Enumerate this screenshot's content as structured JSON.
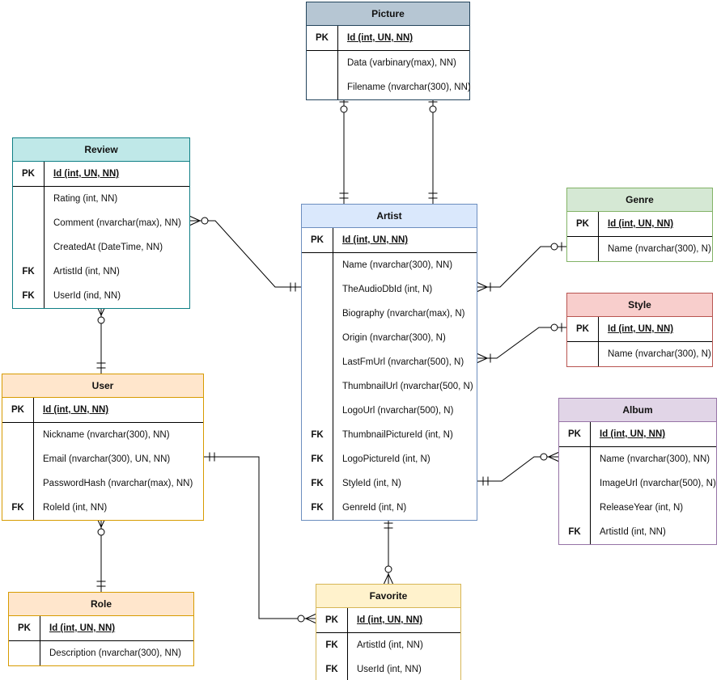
{
  "diagram": {
    "title": "Music database entity-relationship diagram",
    "tables": [
      {
        "name": "Picture",
        "header_color": "#b6c6d3",
        "border_color": "#23445c",
        "rows": [
          {
            "key": "PK",
            "text": "Id (int, UN, NN)",
            "pk": true
          },
          {
            "key": "",
            "text": "Data (varbinary(max), NN)"
          },
          {
            "key": "",
            "text": "Filename (nvarchar(300), NN)"
          }
        ]
      },
      {
        "name": "Review",
        "header_color": "#bfe8e8",
        "border_color": "#0f7f85",
        "rows": [
          {
            "key": "PK",
            "text": "Id (int, UN, NN)",
            "pk": true
          },
          {
            "key": "",
            "text": "Rating (int, NN)"
          },
          {
            "key": "",
            "text": "Comment (nvarchar(max), NN)"
          },
          {
            "key": "",
            "text": "CreatedAt (DateTime, NN)"
          },
          {
            "key": "FK",
            "text": "ArtistId (int, NN)"
          },
          {
            "key": "FK",
            "text": "UserId (ind, NN)"
          }
        ]
      },
      {
        "name": "Artist",
        "header_color": "#dae8fc",
        "border_color": "#6c8ebf",
        "rows": [
          {
            "key": "PK",
            "text": "Id (int, UN, NN)",
            "pk": true
          },
          {
            "key": "",
            "text": "Name (nvarchar(300), NN)"
          },
          {
            "key": "",
            "text": "TheAudioDbId (int, N)"
          },
          {
            "key": "",
            "text": "Biography (nvarchar(max), N)"
          },
          {
            "key": "",
            "text": "Origin (nvarchar(300), N)"
          },
          {
            "key": "",
            "text": "LastFmUrl (nvarchar(500), N)"
          },
          {
            "key": "",
            "text": "ThumbnailUrl (nvarchar(500, N)"
          },
          {
            "key": "",
            "text": "LogoUrl (nvarchar(500), N)"
          },
          {
            "key": "FK",
            "text": "ThumbnailPictureId (int, N)"
          },
          {
            "key": "FK",
            "text": "LogoPictureId (int, N)"
          },
          {
            "key": "FK",
            "text": "StyleId (int, N)"
          },
          {
            "key": "FK",
            "text": "GenreId (int, N)"
          }
        ]
      },
      {
        "name": "Genre",
        "header_color": "#d5e8d4",
        "border_color": "#82b366",
        "rows": [
          {
            "key": "PK",
            "text": "Id (int, UN, NN)",
            "pk": true
          },
          {
            "key": "",
            "text": "Name (nvarchar(300), N)"
          }
        ]
      },
      {
        "name": "Style",
        "header_color": "#f8cecc",
        "border_color": "#b85450",
        "rows": [
          {
            "key": "PK",
            "text": "Id (int, UN, NN)",
            "pk": true
          },
          {
            "key": "",
            "text": "Name (nvarchar(300), N)"
          }
        ]
      },
      {
        "name": "Album",
        "header_color": "#e1d5e7",
        "border_color": "#9673a6",
        "rows": [
          {
            "key": "PK",
            "text": "Id (int, UN, NN)",
            "pk": true
          },
          {
            "key": "",
            "text": "Name (nvarchar(300), NN)"
          },
          {
            "key": "",
            "text": "ImageUrl (nvarchar(500), N)"
          },
          {
            "key": "",
            "text": "ReleaseYear (int, N)"
          },
          {
            "key": "FK",
            "text": "ArtistId (int, NN)"
          }
        ]
      },
      {
        "name": "User",
        "header_color": "#ffe6cc",
        "border_color": "#d79b00",
        "rows": [
          {
            "key": "PK",
            "text": "Id (int, UN, NN)",
            "pk": true
          },
          {
            "key": "",
            "text": "Nickname (nvarchar(300), NN)"
          },
          {
            "key": "",
            "text": "Email (nvarchar(300), UN, NN)"
          },
          {
            "key": "",
            "text": "PasswordHash (nvarchar(max), NN)"
          },
          {
            "key": "FK",
            "text": "RoleId (int, NN)"
          }
        ]
      },
      {
        "name": "Role",
        "header_color": "#ffe6cc",
        "border_color": "#d79b00",
        "rows": [
          {
            "key": "PK",
            "text": "Id (int, UN, NN)",
            "pk": true
          },
          {
            "key": "",
            "text": "Description (nvarchar(300), NN)"
          }
        ]
      },
      {
        "name": "Favorite",
        "header_color": "#fff2cc",
        "border_color": "#d6b656",
        "rows": [
          {
            "key": "PK",
            "text": "Id (int, UN, NN)",
            "pk": true
          },
          {
            "key": "FK",
            "text": "ArtistId (int, NN)"
          },
          {
            "key": "FK",
            "text": "UserId (int, NN)"
          }
        ]
      }
    ],
    "relationships": [
      {
        "from": "Picture",
        "to": "Artist",
        "from_cardinality": "zero-or-one",
        "to_cardinality": "exactly-one"
      },
      {
        "from": "Picture",
        "to": "Artist",
        "from_cardinality": "zero-or-one",
        "to_cardinality": "exactly-one"
      },
      {
        "from": "Review",
        "to": "Artist",
        "from_cardinality": "zero-or-many",
        "to_cardinality": "exactly-one"
      },
      {
        "from": "Artist",
        "to": "Genre",
        "from_cardinality": "one-or-many",
        "to_cardinality": "zero-or-one"
      },
      {
        "from": "Artist",
        "to": "Style",
        "from_cardinality": "one-or-many",
        "to_cardinality": "zero-or-one"
      },
      {
        "from": "Artist",
        "to": "Album",
        "from_cardinality": "exactly-one",
        "to_cardinality": "zero-or-many"
      },
      {
        "from": "Review",
        "to": "User",
        "from_cardinality": "zero-or-many",
        "to_cardinality": "exactly-one"
      },
      {
        "from": "User",
        "to": "Role",
        "from_cardinality": "zero-or-many",
        "to_cardinality": "exactly-one"
      },
      {
        "from": "Artist",
        "to": "Favorite",
        "from_cardinality": "exactly-one",
        "to_cardinality": "zero-or-many"
      },
      {
        "from": "User",
        "to": "Favorite",
        "from_cardinality": "exactly-one",
        "to_cardinality": "zero-or-many"
      }
    ]
  }
}
